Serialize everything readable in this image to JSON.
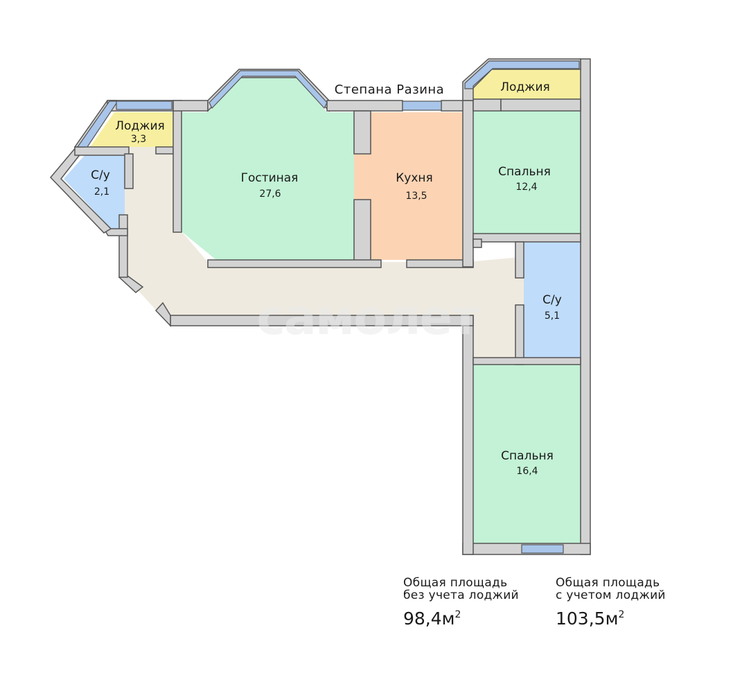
{
  "street": "Степана Разина",
  "watermark": "самолет",
  "rooms": {
    "loggia_left": {
      "name": "Лоджия",
      "area": "3,3"
    },
    "bath_left": {
      "name": "С/у",
      "area": "2,1"
    },
    "living": {
      "name": "Гостиная",
      "area": "27,6"
    },
    "kitchen": {
      "name": "Кухня",
      "area": "13,5"
    },
    "loggia_right": {
      "name": "Лоджия"
    },
    "bedroom_top": {
      "name": "Спальня",
      "area": "12,4"
    },
    "bath_right": {
      "name": "С/у",
      "area": "5,1"
    },
    "bedroom_bottom": {
      "name": "Спальня",
      "area": "16,4"
    }
  },
  "totals": {
    "without_loggias": {
      "caption_line1": "Общая площадь",
      "caption_line2": "без учета лоджий",
      "value": "98,4м",
      "unit_sup": "2"
    },
    "with_loggias": {
      "caption_line1": "Общая площадь",
      "caption_line2": "с учетом лоджий",
      "value": "103,5м",
      "unit_sup": "2"
    }
  },
  "colors": {
    "wall_fill": "#d3d3d3",
    "wall_stroke": "#555555",
    "hall": "#efeadf",
    "living": "#c3f2d6",
    "kitchen": "#fcd4b4",
    "bedroom": "#c3f2d6",
    "bath": "#bfdcfb",
    "loggia": "#f7ef9f",
    "window": "#a9c5ea"
  }
}
